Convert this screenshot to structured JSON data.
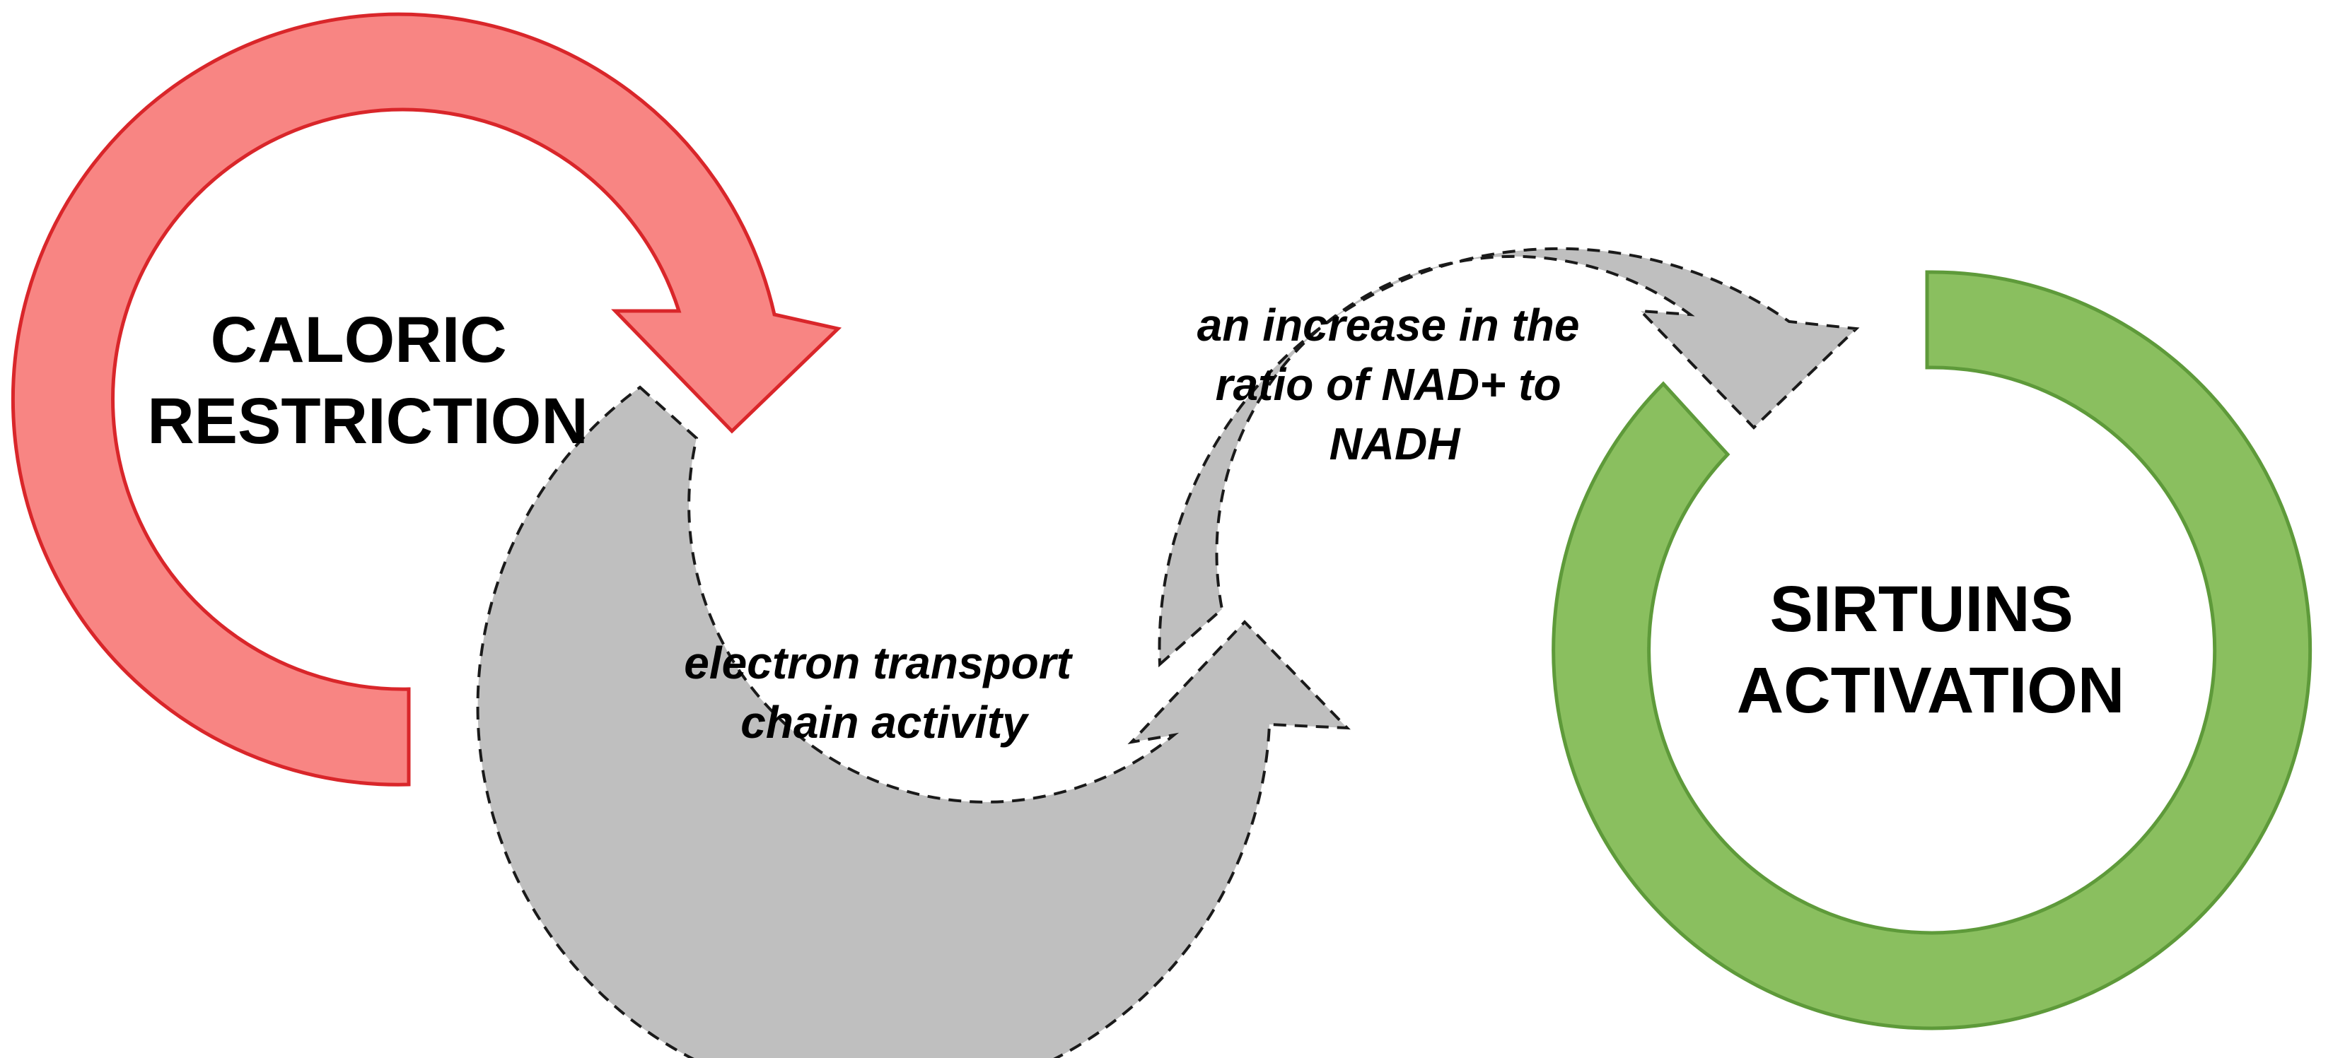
{
  "colors": {
    "caloric_fill": "#F88583",
    "caloric_stroke": "#D9262A",
    "step_fill": "#BFBFBF",
    "step_stroke": "#1A1A1A",
    "sirtuins_fill": "#8ABF5F",
    "sirtuins_stroke": "#5E9A3A"
  },
  "nodes": {
    "caloric_restriction": {
      "line1": "CALORIC",
      "line2": "RESTRICTION"
    },
    "sirtuins_activation": {
      "line1": "SIRTUINS",
      "line2": "ACTIVATION"
    }
  },
  "steps": {
    "electron_transport": {
      "line1": "electron transport",
      "line2": "chain activity"
    },
    "nad_ratio": {
      "line1": "an increase in the",
      "line2": "ratio of NAD+ to",
      "line3": "NADH"
    }
  }
}
